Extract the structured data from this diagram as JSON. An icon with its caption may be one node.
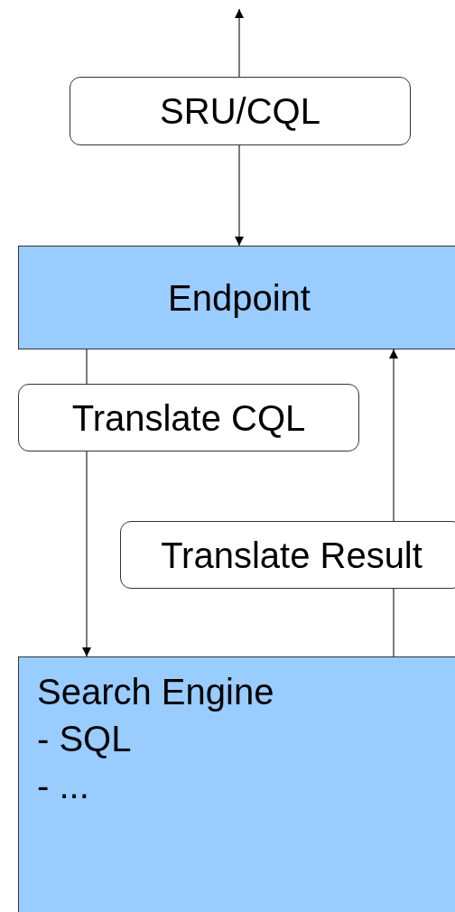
{
  "diagram": {
    "nodes": [
      {
        "text": [
          "SRU/CQL"
        ]
      },
      {
        "text": [
          "Endpoint"
        ]
      },
      {
        "text": [
          "Translate CQL"
        ]
      },
      {
        "text": [
          "Translate Result"
        ]
      },
      {
        "text": [
          "Search Engine",
          "- SQL",
          "- ..."
        ]
      }
    ],
    "edges": [
      {
        "from": 0,
        "to": null,
        "arrow": "to"
      },
      {
        "from": 0,
        "to": 1,
        "arrow": "to"
      },
      {
        "from": 1,
        "to": 2,
        "arrow": "none"
      },
      {
        "from": 2,
        "to": 4,
        "arrow": "to"
      },
      {
        "from": 4,
        "to": 3,
        "arrow": "none"
      },
      {
        "from": 3,
        "to": 1,
        "arrow": "to"
      }
    ]
  }
}
